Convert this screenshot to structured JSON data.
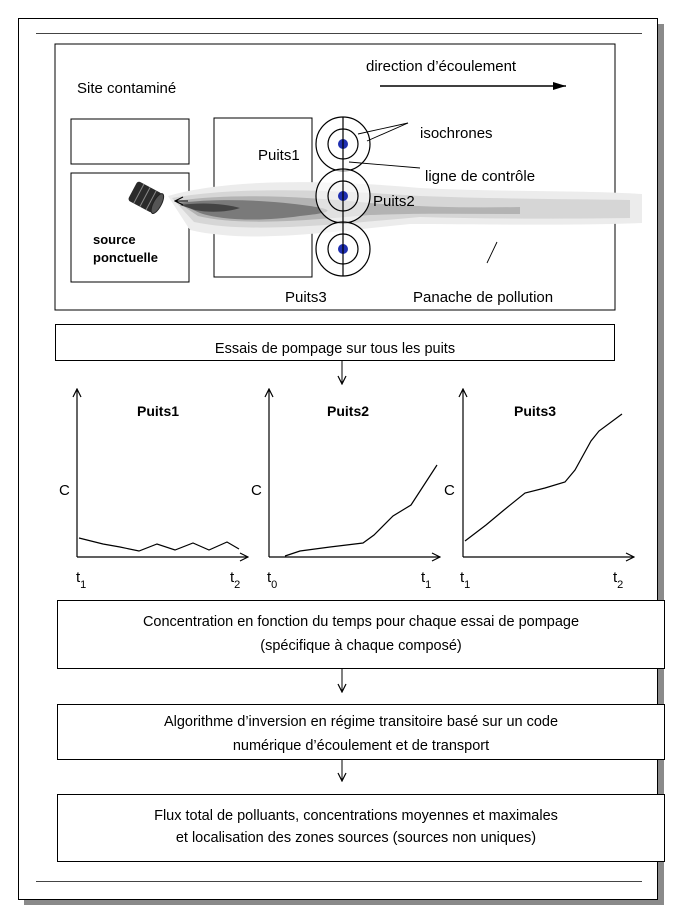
{
  "site": {
    "title": "Site contaminé",
    "flow_direction": "direction d’écoulement",
    "isochrones_label": "isochrones",
    "control_line_label": "ligne de contrôle",
    "source_label_line1": "source",
    "source_label_line2": "ponctuelle",
    "plume_label": "Panache de pollution",
    "wells": [
      "Puits1",
      "Puits2",
      "Puits3"
    ]
  },
  "pumping_box": "Essais de pompage sur tous les puits",
  "charts": [
    {
      "title": "Puits1",
      "ylabel": "C",
      "x_start": "t",
      "x_start_sub": "1",
      "x_end": "t",
      "x_end_sub": "2"
    },
    {
      "title": "Puits2",
      "ylabel": "C",
      "x_start": "t",
      "x_start_sub": "0",
      "x_end": "t",
      "x_end_sub": "1"
    },
    {
      "title": "Puits3",
      "ylabel": "C",
      "x_start": "t",
      "x_start_sub": "1",
      "x_end": "t",
      "x_end_sub": "2"
    }
  ],
  "steps": {
    "concentration_line1": "Concentration en fonction du temps pour chaque essai de pompage",
    "concentration_line2": "(spécifique à chaque composé)",
    "algorithm_line1": "Algorithme d’inversion en régime transitoire basé sur un code",
    "algorithm_line2": "numérique d’écoulement et de transport",
    "flux_line1": "Flux total de polluants, concentrations moyennes et maximales",
    "flux_line2": "et localisation des zones sources (sources non uniques)"
  },
  "colors": {
    "well_dot": "#1f2fb0",
    "plume_dark": "#3a3a3a",
    "plume_light": "#e6e6e6"
  }
}
